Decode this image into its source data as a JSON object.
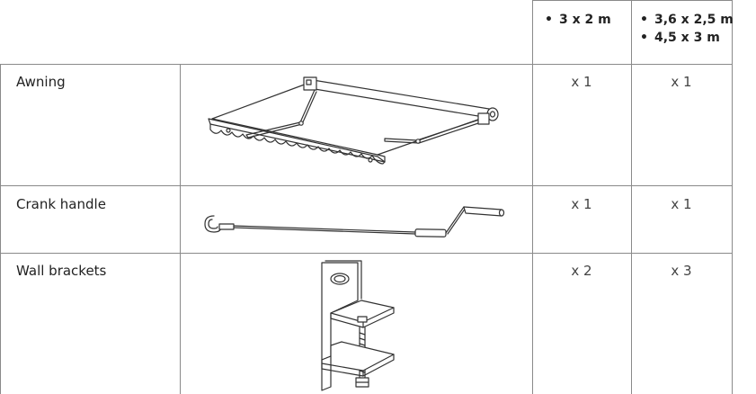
{
  "header": {
    "col_a": [
      "3 x 2 m"
    ],
    "col_b": [
      "3,6 x 2,5 m",
      "4,5 x 3 m"
    ],
    "bullet": "•"
  },
  "rows": [
    {
      "label": "Awning",
      "qty_a": "x 1",
      "qty_b": "x 1",
      "illustration": "awning-illustration"
    },
    {
      "label": "Crank handle",
      "qty_a": "x 1",
      "qty_b": "x 1",
      "illustration": "crank-handle-illustration"
    },
    {
      "label": "Wall brackets",
      "qty_a": "x 2",
      "qty_b": "x 3",
      "illustration": "wall-bracket-illustration"
    }
  ],
  "colors": {
    "grid": "#8a8a8a",
    "text": "#222222",
    "drawing": "#333333"
  }
}
